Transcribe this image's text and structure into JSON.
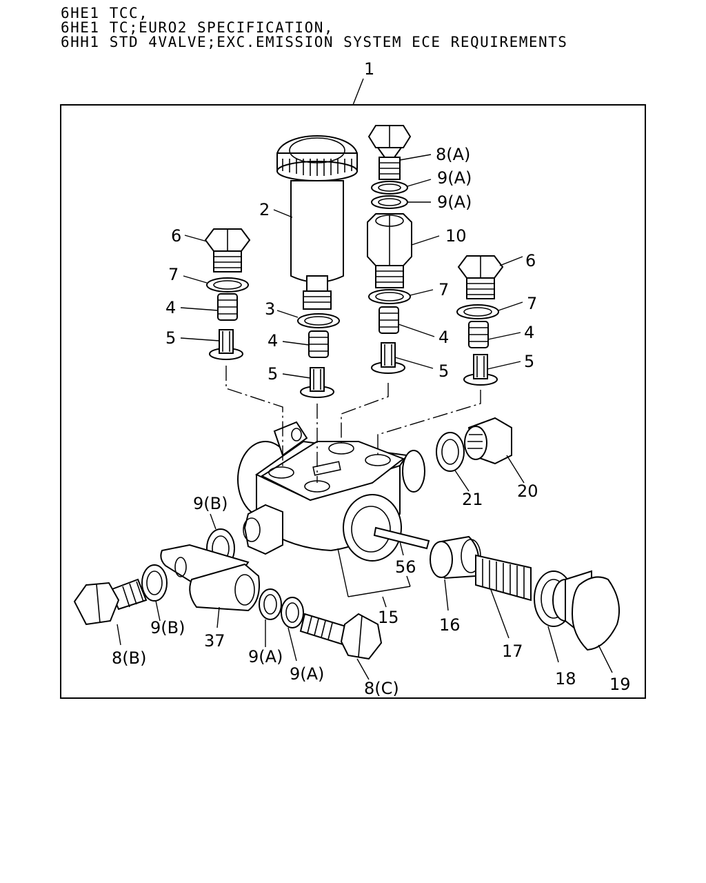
{
  "header": {
    "line1": "6HE1 TCC,",
    "line2": "6HE1 TC;EURO2 SPECIFICATION,",
    "line3": "6HH1 STD 4VALVE;EXC.EMISSION SYSTEM ECE REQUIREMENTS"
  },
  "callouts": {
    "c1": "1",
    "c2": "2",
    "c3": "3",
    "c4a": "4",
    "c4b": "4",
    "c4c": "4",
    "c4d": "4",
    "c5a": "5",
    "c5b": "5",
    "c5c": "5",
    "c5d": "5",
    "c6a": "6",
    "c6b": "6",
    "c7a": "7",
    "c7b": "7",
    "c7c": "7",
    "c8a": "8(A)",
    "c8b": "8(B)",
    "c8c": "8(C)",
    "c9a1": "9(A)",
    "c9a2": "9(A)",
    "c9a3": "9(A)",
    "c9a4": "9(A)",
    "c9b1": "9(B)",
    "c9b2": "9(B)",
    "c10": "10",
    "c15": "15",
    "c16": "16",
    "c17": "17",
    "c18": "18",
    "c19": "19",
    "c20": "20",
    "c21": "21",
    "c37": "37",
    "c56": "56"
  }
}
